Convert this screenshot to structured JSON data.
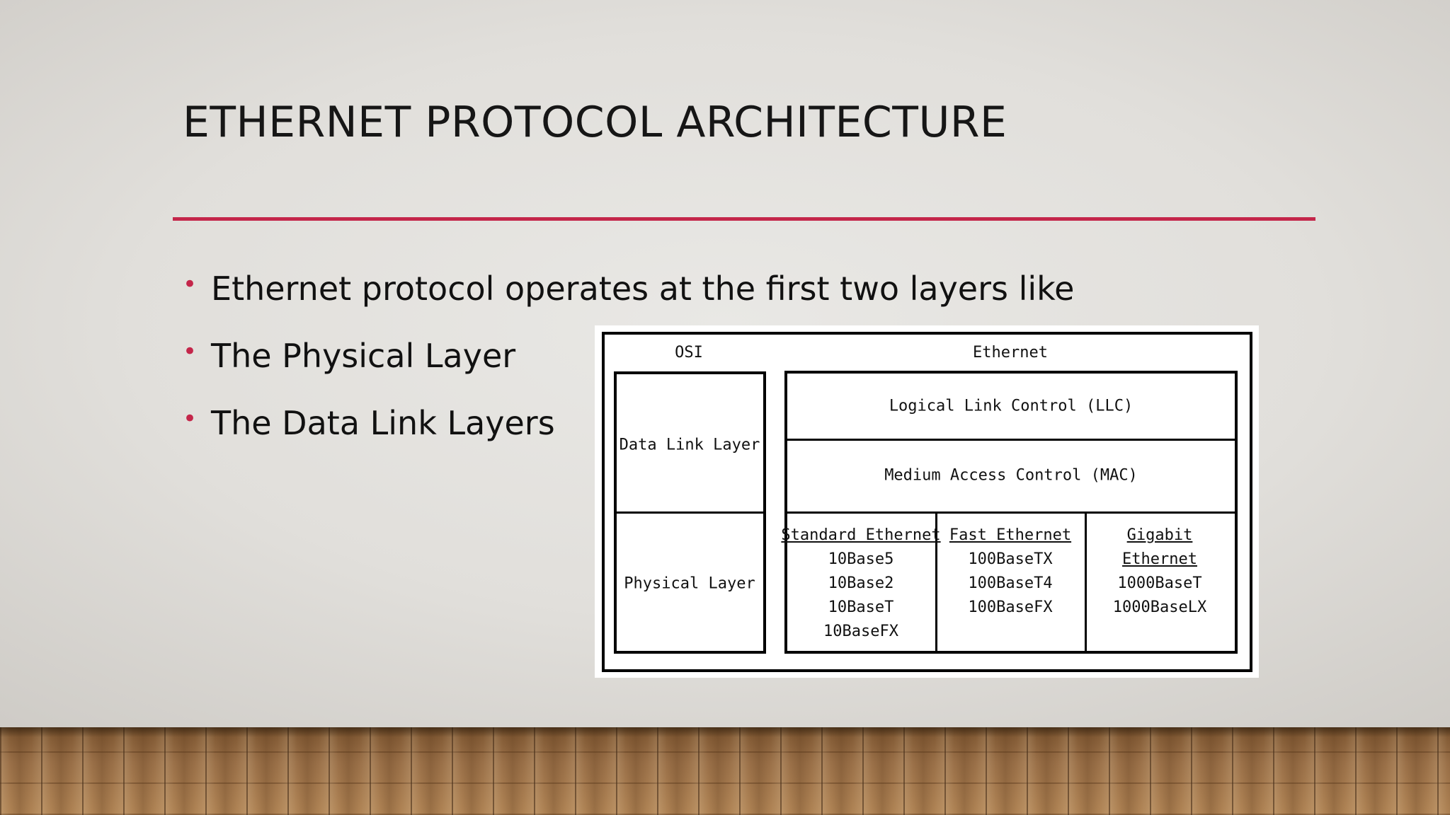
{
  "slide": {
    "title": "ETHERNET PROTOCOL ARCHITECTURE",
    "accent_color": "#c4264a",
    "bullets": [
      "Ethernet protocol operates at the first two layers like",
      "The Physical Layer",
      "The Data Link Layers"
    ]
  },
  "figure": {
    "osi_header": "OSI",
    "ethernet_header": "Ethernet",
    "osi_layers": [
      "Data Link Layer",
      "Physical Layer"
    ],
    "llc": "Logical Link Control (LLC)",
    "mac": "Medium Access Control (MAC)",
    "columns": [
      {
        "title": "Standard Ethernet",
        "items": [
          "10Base5",
          "10Base2",
          "10BaseT",
          "10BaseFX"
        ]
      },
      {
        "title": "Fast Ethernet",
        "items": [
          "100BaseTX",
          "100BaseT4",
          "100BaseFX"
        ]
      },
      {
        "title": "Gigabit Ethernet",
        "items": [
          "1000BaseT",
          "1000BaseLX"
        ]
      }
    ]
  }
}
